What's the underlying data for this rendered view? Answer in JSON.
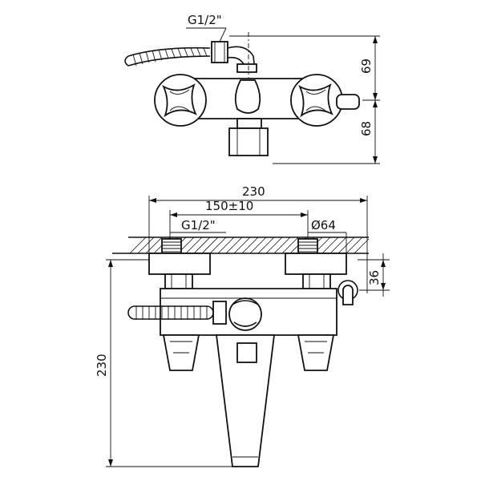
{
  "top_view": {
    "thread_label": "G1/2\"",
    "dim_upper": "69",
    "dim_lower": "68"
  },
  "front_view": {
    "dim_total_width": "230",
    "dim_center_distance": "150±10",
    "thread_label": "G1/2\"",
    "dim_diameter": "Ø64",
    "dim_wall_offset": "36",
    "dim_height": "230"
  },
  "colors": {
    "line": "#111111",
    "background": "#ffffff"
  }
}
